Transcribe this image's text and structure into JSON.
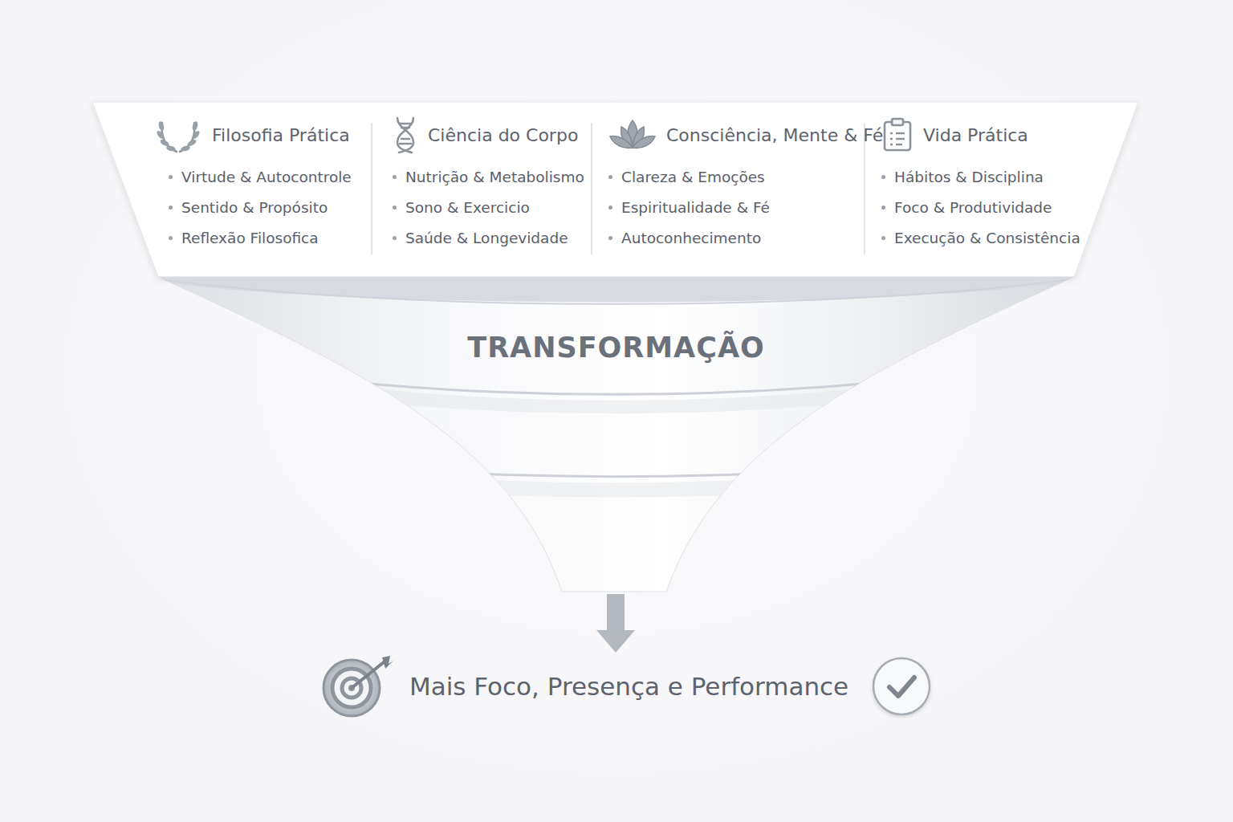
{
  "diagram": {
    "nodes": [
      {
        "text": []
      },
      {
        "text": [
          "Filosofia Prática",
          "Virtude & Autocontrole",
          "Sentido & Propósito",
          "Reflexão Filosofica"
        ],
        "in": 0
      },
      {
        "text": [
          "Ciência do Corpo",
          "Nutrição & Metabolismo",
          "Sono & Exercicio",
          "Saúde & Longevidade"
        ],
        "in": 0
      },
      {
        "text": [
          "Consciência, Mente & Fé",
          "Clareza & Emoções",
          "Espiritualidade & Fé",
          "Autoconhecimento"
        ],
        "in": 0
      },
      {
        "text": [
          "Vida Prática",
          "Hábitos & Disciplina",
          "Foco & Produtividade",
          "Execução & Consistência"
        ],
        "in": 0
      },
      {
        "text": [
          "TRANSFORMAÇÃO"
        ]
      },
      {
        "text": [
          "Mais Foco, Presença e Performance"
        ]
      }
    ],
    "edges": [
      {
        "from": 5,
        "to": 6,
        "arrow": "to"
      }
    ]
  }
}
